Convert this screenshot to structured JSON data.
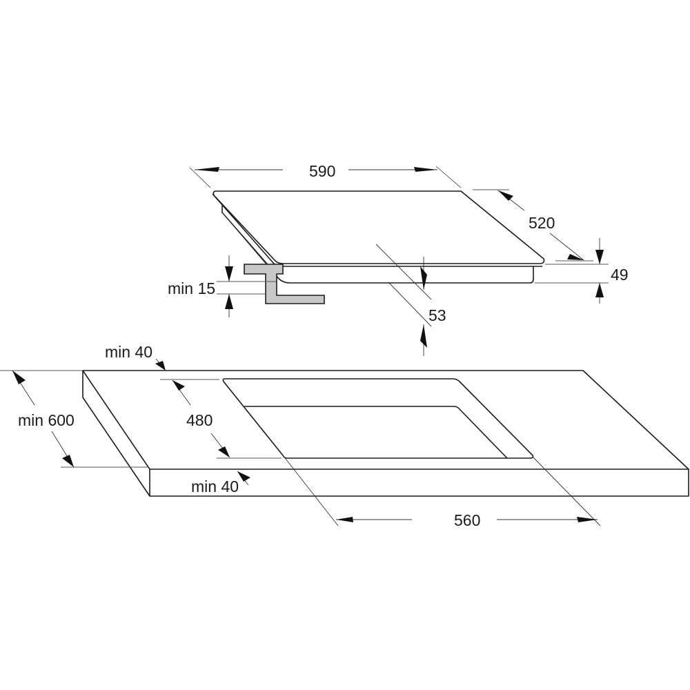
{
  "diagram": {
    "type": "hob installation dimensions drawing",
    "colors": {
      "line": "#1a1a1a",
      "bracket_fill": "#c8c8c8",
      "background": "#ffffff"
    },
    "hob": {
      "width_label": "590",
      "depth_label": "520",
      "height_label": "49",
      "under_depth_label": "53",
      "clearance_label": "min 15"
    },
    "worktop": {
      "depth_label": "min 600",
      "rear_margin_label": "min 40",
      "front_margin_label": "min 40",
      "cutout_depth_label": "480",
      "cutout_width_label": "560"
    }
  }
}
